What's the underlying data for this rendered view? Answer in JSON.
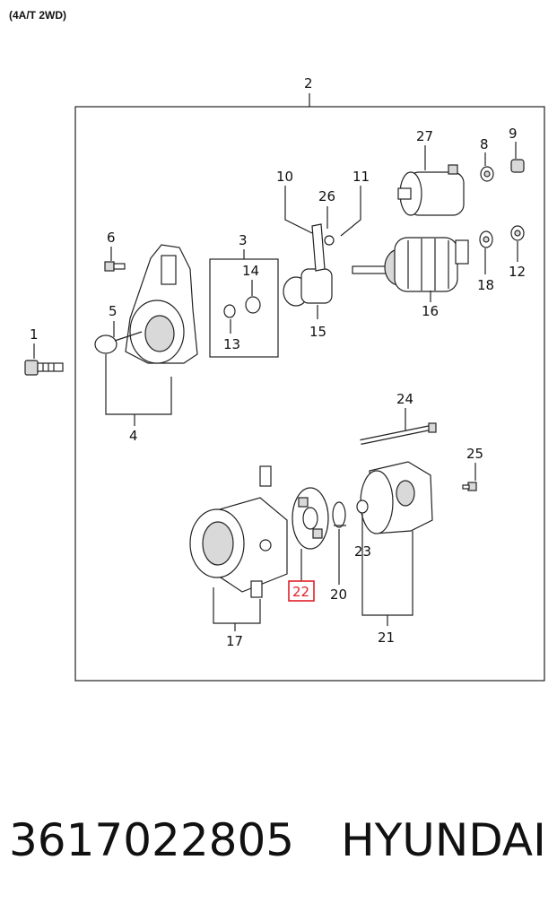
{
  "subtitle": "(4A/T 2WD)",
  "labels": {
    "p1": "1",
    "p2": "2",
    "p3": "3",
    "p4": "4",
    "p5": "5",
    "p6": "6",
    "p8": "8",
    "p9": "9",
    "p10": "10",
    "p11": "11",
    "p12": "12",
    "p13": "13",
    "p14": "14",
    "p15": "15",
    "p16": "16",
    "p17": "17",
    "p18": "18",
    "p20": "20",
    "p21": "21",
    "p22": "22",
    "p23": "23",
    "p24": "24",
    "p25": "25",
    "p26": "26",
    "p27": "27"
  },
  "highlight_color": "#e0202a",
  "footer": {
    "part_number": "3617022805",
    "brand": "HYUNDAI"
  }
}
